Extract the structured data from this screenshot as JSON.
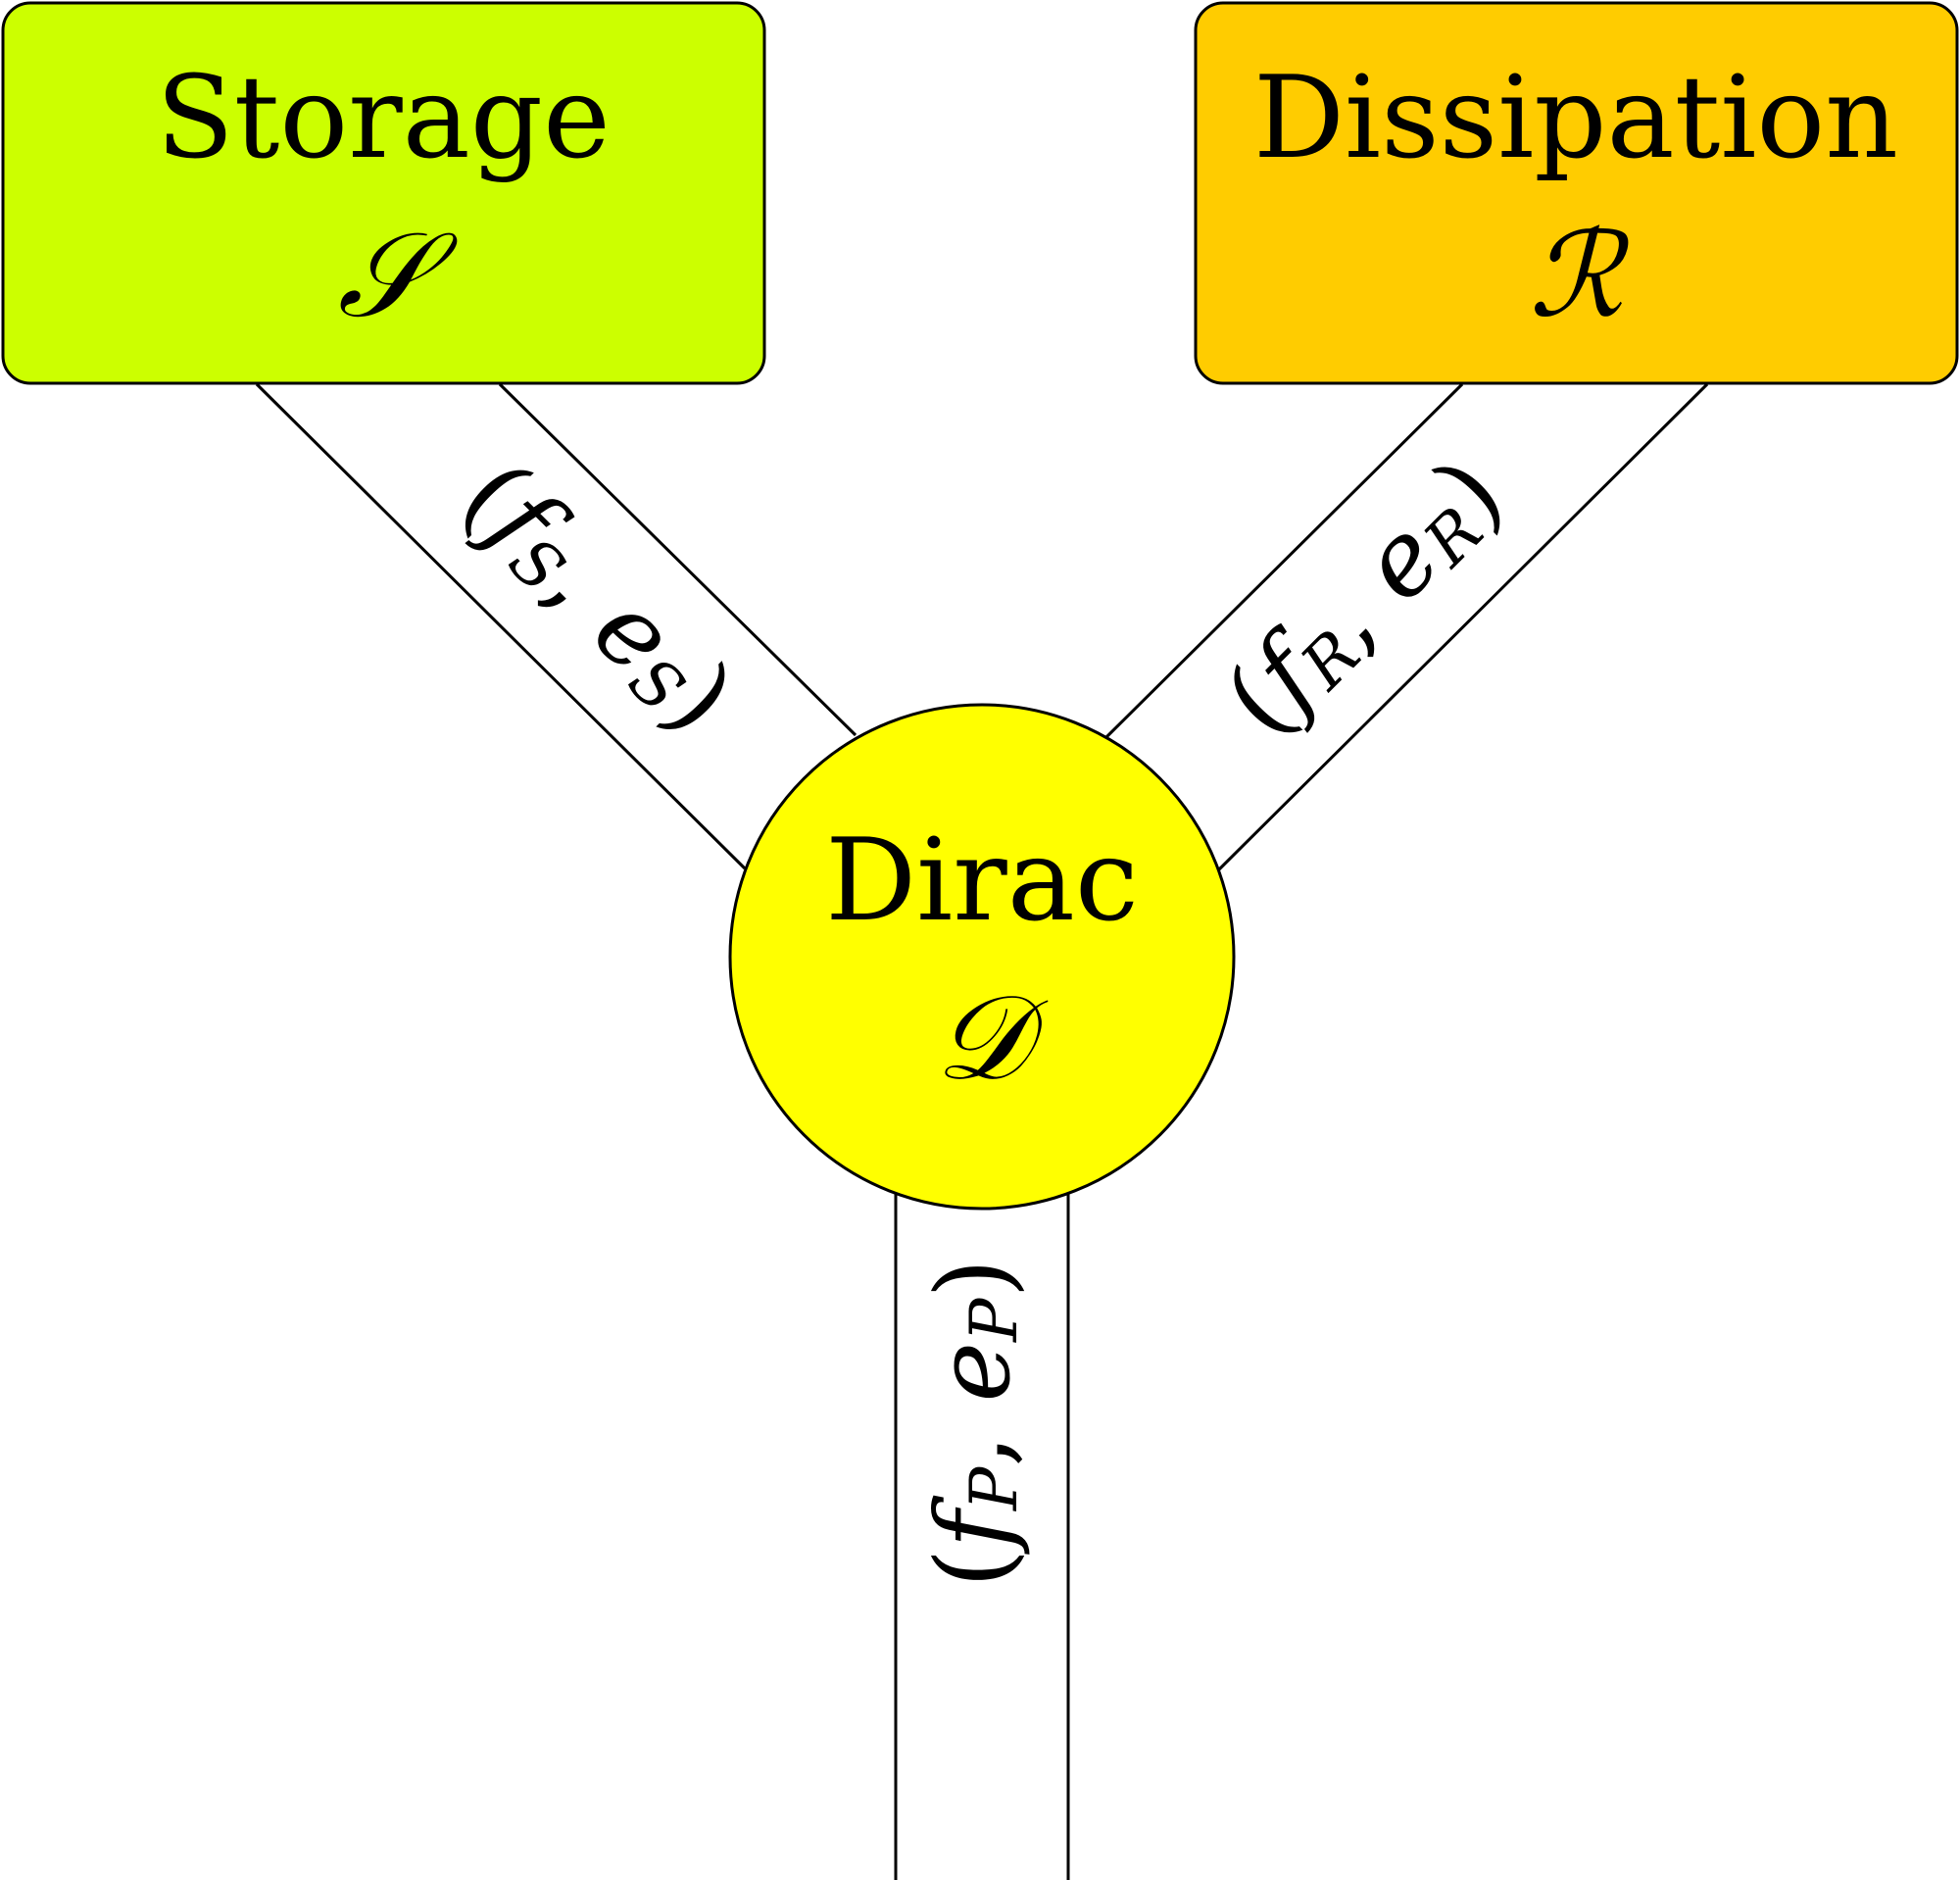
{
  "storage": {
    "title": "Storage",
    "symbol": "𝒮",
    "color": "#CCFF00"
  },
  "dissipation": {
    "title": "Dissipation",
    "symbol": "ℛ",
    "color": "#FFCC00"
  },
  "dirac": {
    "title": "Dirac",
    "symbol": "𝒟",
    "color": "#FFFF00"
  },
  "ports": {
    "storage": {
      "open": "(",
      "f": "f",
      "fsub": "S",
      "sep": ",",
      "e": "e",
      "esub": "S",
      "close": ")"
    },
    "dissipation": {
      "open": "(",
      "f": "f",
      "fsub": "R",
      "sep": ",",
      "e": "e",
      "esub": "R",
      "close": ")"
    },
    "external": {
      "open": "(",
      "f": "f",
      "fsub": "P",
      "sep": ",",
      "e": "e",
      "esub": "P",
      "close": ")"
    }
  },
  "colors": {
    "stroke": "#000000",
    "background": "#FFFFFF"
  }
}
